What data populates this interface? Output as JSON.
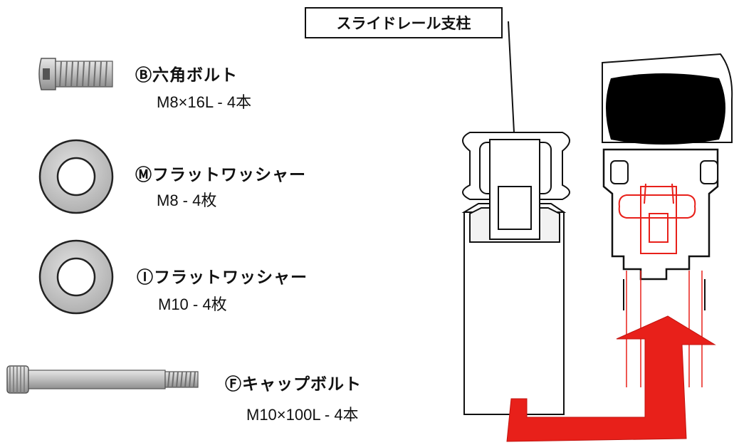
{
  "pillar_label": "スライドレール支柱",
  "parts": [
    {
      "mark": "Ⓑ",
      "name": "六角ボルト",
      "spec": "M8×16L - 4本"
    },
    {
      "mark": "Ⓜ",
      "name": "フラットワッシャー",
      "spec": "M8 - 4枚"
    },
    {
      "mark": "Ⓘ",
      "name": "フラットワッシャー",
      "spec": "M10 - 4枚"
    },
    {
      "mark": "Ⓕ",
      "name": "キャップボルト",
      "spec": "M10×100L - 4本"
    }
  ],
  "colors": {
    "accent_red": "#e8201a",
    "outline": "#111111",
    "metal": "#c9c9c9"
  }
}
